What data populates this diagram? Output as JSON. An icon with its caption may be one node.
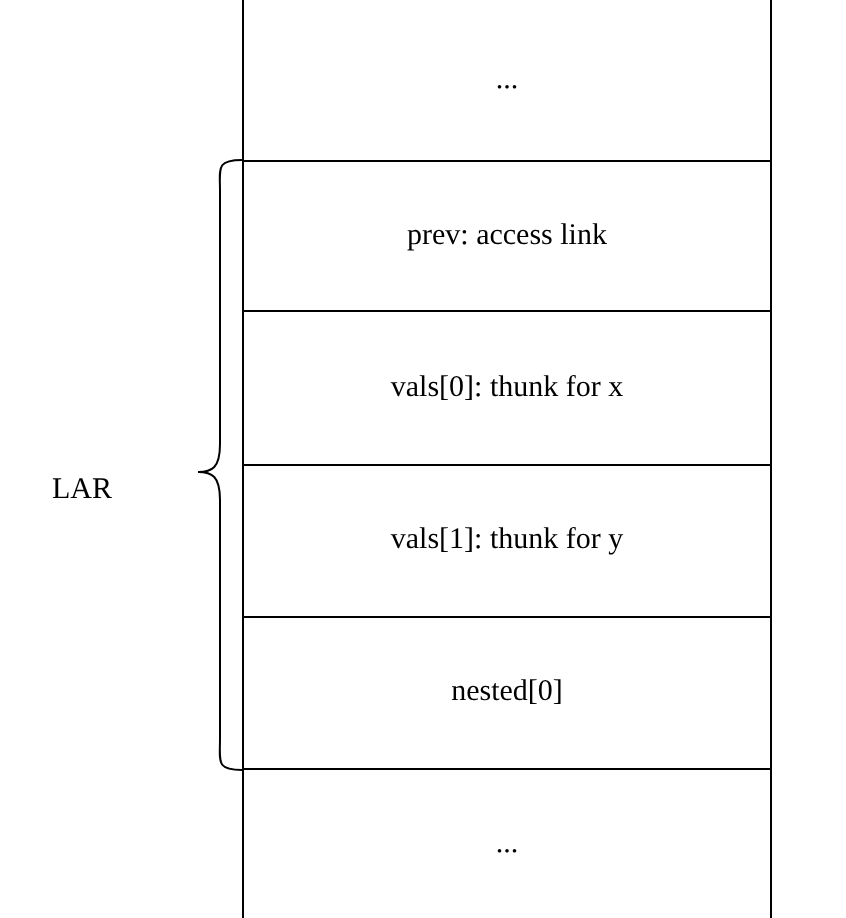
{
  "diagram": {
    "nodes": [
      {
        "text": [
          "..."
        ]
      },
      {
        "text": [
          "prev: access link"
        ]
      },
      {
        "text": [
          "vals[0]: thunk for x"
        ]
      },
      {
        "text": [
          "vals[1]: thunk for y"
        ]
      },
      {
        "text": [
          "nested[0]"
        ]
      },
      {
        "text": [
          "..."
        ]
      }
    ],
    "labels": [
      "LAR"
    ]
  }
}
